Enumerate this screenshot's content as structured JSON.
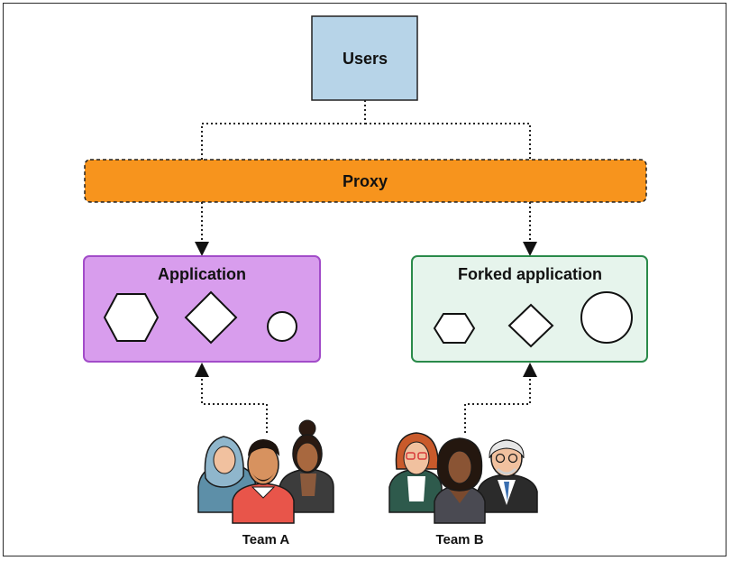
{
  "nodes": {
    "users": {
      "label": "Users",
      "fill": "#b7d4e8"
    },
    "proxy": {
      "label": "Proxy",
      "fill": "#f7941d"
    },
    "application": {
      "label": "Application",
      "fill": "#d89ded",
      "border": "#a24cc9"
    },
    "forked_application": {
      "label": "Forked application",
      "fill": "#e6f4ec",
      "border": "#2a8a4a"
    }
  },
  "teams": {
    "team_a": {
      "label": "Team A"
    },
    "team_b": {
      "label": "Team B"
    }
  },
  "shapes": {
    "application": [
      "hexagon",
      "diamond",
      "circle"
    ],
    "forked_application": [
      "hexagon",
      "diamond",
      "circle"
    ]
  }
}
